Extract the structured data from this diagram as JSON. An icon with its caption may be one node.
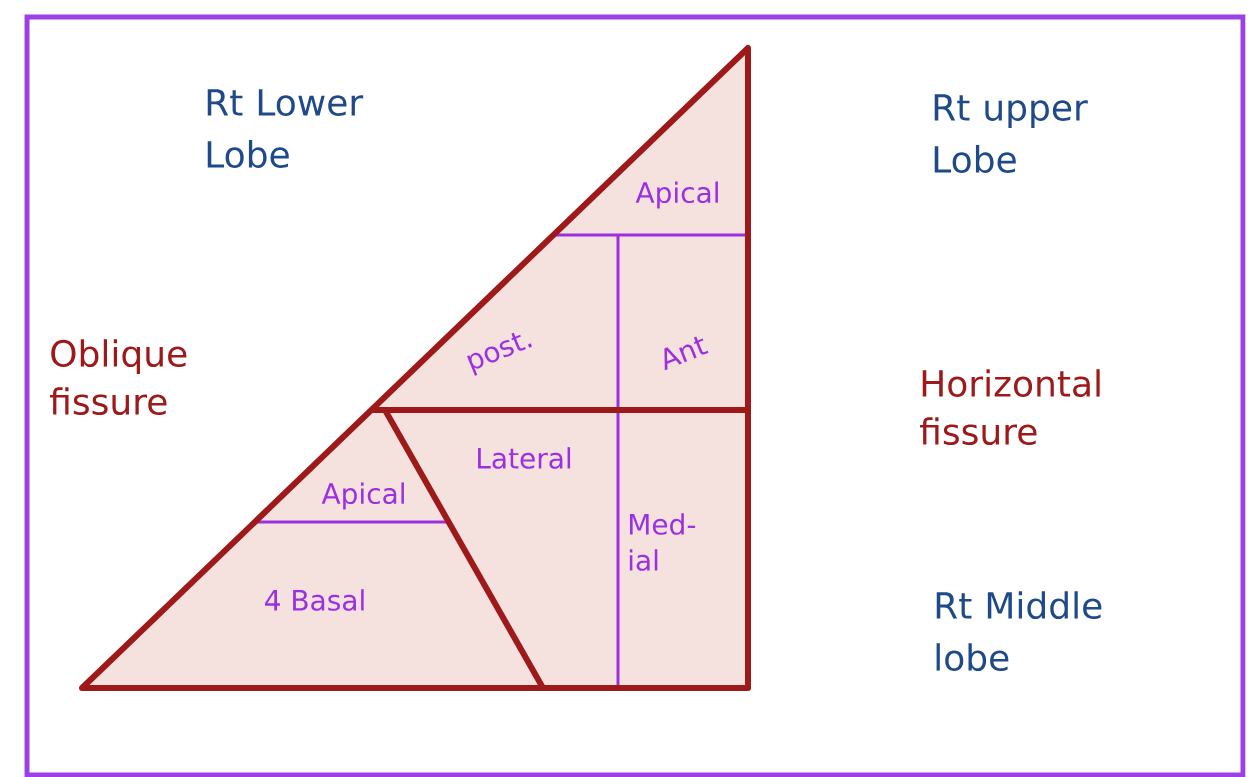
{
  "diagram": {
    "labels": [
      "Rt Lower Lobe",
      "Rt upper Lobe",
      "Apical",
      "post.",
      "Ant",
      "Oblique fissure",
      "Horizontal fissure",
      "Lateral",
      "Apical",
      "Med-ial",
      "4 Basal",
      "Rt Middle lobe"
    ]
  }
}
